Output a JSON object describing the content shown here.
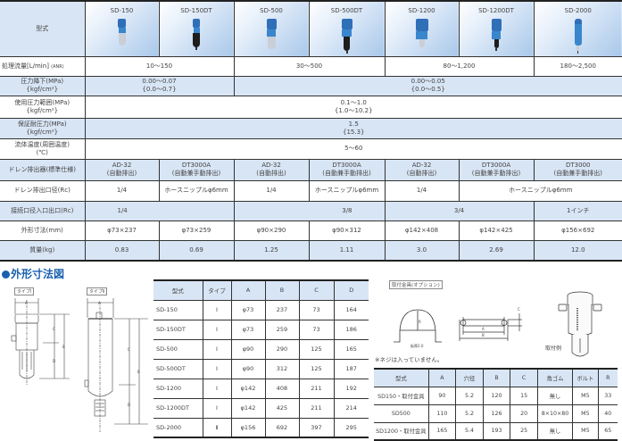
{
  "spec_table": {
    "model_label": "型式",
    "models": [
      "SD-150",
      "SD-150DT",
      "SD-500",
      "SD-500DT",
      "SD-1200",
      "SD-1200DT",
      "SD-2000"
    ],
    "rows": {
      "flow": {
        "label": "処理流量[L/min]",
        "label_sub": "(ANR)",
        "values": [
          "10〜150",
          "30〜500",
          "80〜1,200",
          "180〜2,500"
        ]
      },
      "pressure_drop": {
        "label": "圧力降下(MPa)",
        "label2": "{kgf/cm²}",
        "values": [
          {
            "a": "0.00〜0.07",
            "b": "{0.0〜0.7}"
          },
          {
            "a": "0.00〜0.05",
            "b": "{0.0〜0.5}"
          }
        ]
      },
      "working_pressure": {
        "label": "使用圧力範囲(MPa)",
        "label2": "{kgf/cm²}",
        "value_a": "0.1〜1.0",
        "value_b": "{1.0〜10.2}"
      },
      "proof_pressure": {
        "label": "保証耐圧力(MPa)",
        "label2": "{kgf/cm²}",
        "value_a": "1.5",
        "value_b": "{15.3}"
      },
      "fluid_temp": {
        "label": "流体温度(周囲温度)",
        "label2": "(℃)",
        "value": "5〜60"
      },
      "drain_device": {
        "label": "ドレン排出器(標準仕様)",
        "values": [
          {
            "a": "AD-32",
            "b": "(自動排出)"
          },
          {
            "a": "DT3000A",
            "b": "(自動兼手動排出)"
          },
          {
            "a": "AD-32",
            "b": "(自動排出)"
          },
          {
            "a": "DT3000A",
            "b": "(自動兼手動排出)"
          },
          {
            "a": "AD-32",
            "b": "(自動排出)"
          },
          {
            "a": "DT3000A",
            "b": "(自動兼手動排出)"
          },
          {
            "a": "DT3000",
            "b": "(自動兼手動排出)"
          }
        ]
      },
      "drain_port": {
        "label": "ドレン排出口径(Rc)",
        "values": [
          "1/4",
          "ホースニップルφ6mm",
          "1/4",
          "ホースニップルφ6mm",
          "1/4",
          "ホースニップルφ6mm"
        ]
      },
      "connection": {
        "label": "接続口径入口出口(Rc)",
        "values": [
          "1/4",
          "3/8",
          "3/4",
          "1インチ"
        ]
      },
      "dimensions": {
        "label": "外形寸法(mm)",
        "values": [
          "φ73×237",
          "φ73×259",
          "φ90×290",
          "φ90×312",
          "φ142×408",
          "φ142×425",
          "φ156×692"
        ]
      },
      "mass": {
        "label": "質量(kg)",
        "values": [
          "0.83",
          "0.69",
          "1.25",
          "1.11",
          "3.0",
          "2.69",
          "12.0"
        ]
      }
    }
  },
  "outline": {
    "title": "外形寸法図",
    "type1_label": "タイプⅠ",
    "type2_label": "タイプⅡ",
    "dim_letters": {
      "a": "A",
      "b": "B",
      "c": "C",
      "d": "D"
    }
  },
  "dims_table": {
    "headers": [
      "型式",
      "タイプ",
      "A",
      "B",
      "C",
      "D"
    ],
    "rows": [
      [
        "SD-150",
        "Ⅰ",
        "φ73",
        "237",
        "73",
        "164"
      ],
      [
        "SD-150DT",
        "Ⅰ",
        "φ73",
        "259",
        "73",
        "186"
      ],
      [
        "SD-500",
        "Ⅰ",
        "φ90",
        "290",
        "125",
        "165"
      ],
      [
        "SD-500DT",
        "Ⅰ",
        "φ90",
        "312",
        "125",
        "187"
      ],
      [
        "SD-1200",
        "Ⅰ",
        "φ142",
        "408",
        "211",
        "192"
      ],
      [
        "SD-1200DT",
        "Ⅰ",
        "φ142",
        "425",
        "211",
        "214"
      ],
      [
        "SD-2000",
        "Ⅱ",
        "φ156",
        "692",
        "397",
        "295"
      ]
    ]
  },
  "bracket": {
    "label": "取付金具(オプション)",
    "thickness_label": "板厚2.0",
    "r_label": "R",
    "a_label": "A",
    "b_label": "B",
    "c_label": "C",
    "note": "※ネジは入っていません。",
    "mount_example": "取付例",
    "table": {
      "headers": [
        "型式",
        "A",
        "穴径",
        "B",
        "C",
        "角ゴム",
        "ボルト",
        "R"
      ],
      "rows": [
        [
          "SD150・取付金具",
          "90",
          "5.2",
          "120",
          "15",
          "無し",
          "M5",
          "33"
        ],
        [
          "SD500",
          "110",
          "5.2",
          "126",
          "20",
          "8×10×80",
          "M5",
          "40"
        ],
        [
          "SD1200・取付金具",
          "165",
          "5.4",
          "193",
          "25",
          "無し",
          "M5",
          "65"
        ]
      ]
    }
  },
  "colors": {
    "header_blue": "#d8e5f5",
    "title_blue": "#1a5fae",
    "product_blue": "#3a86cc"
  }
}
